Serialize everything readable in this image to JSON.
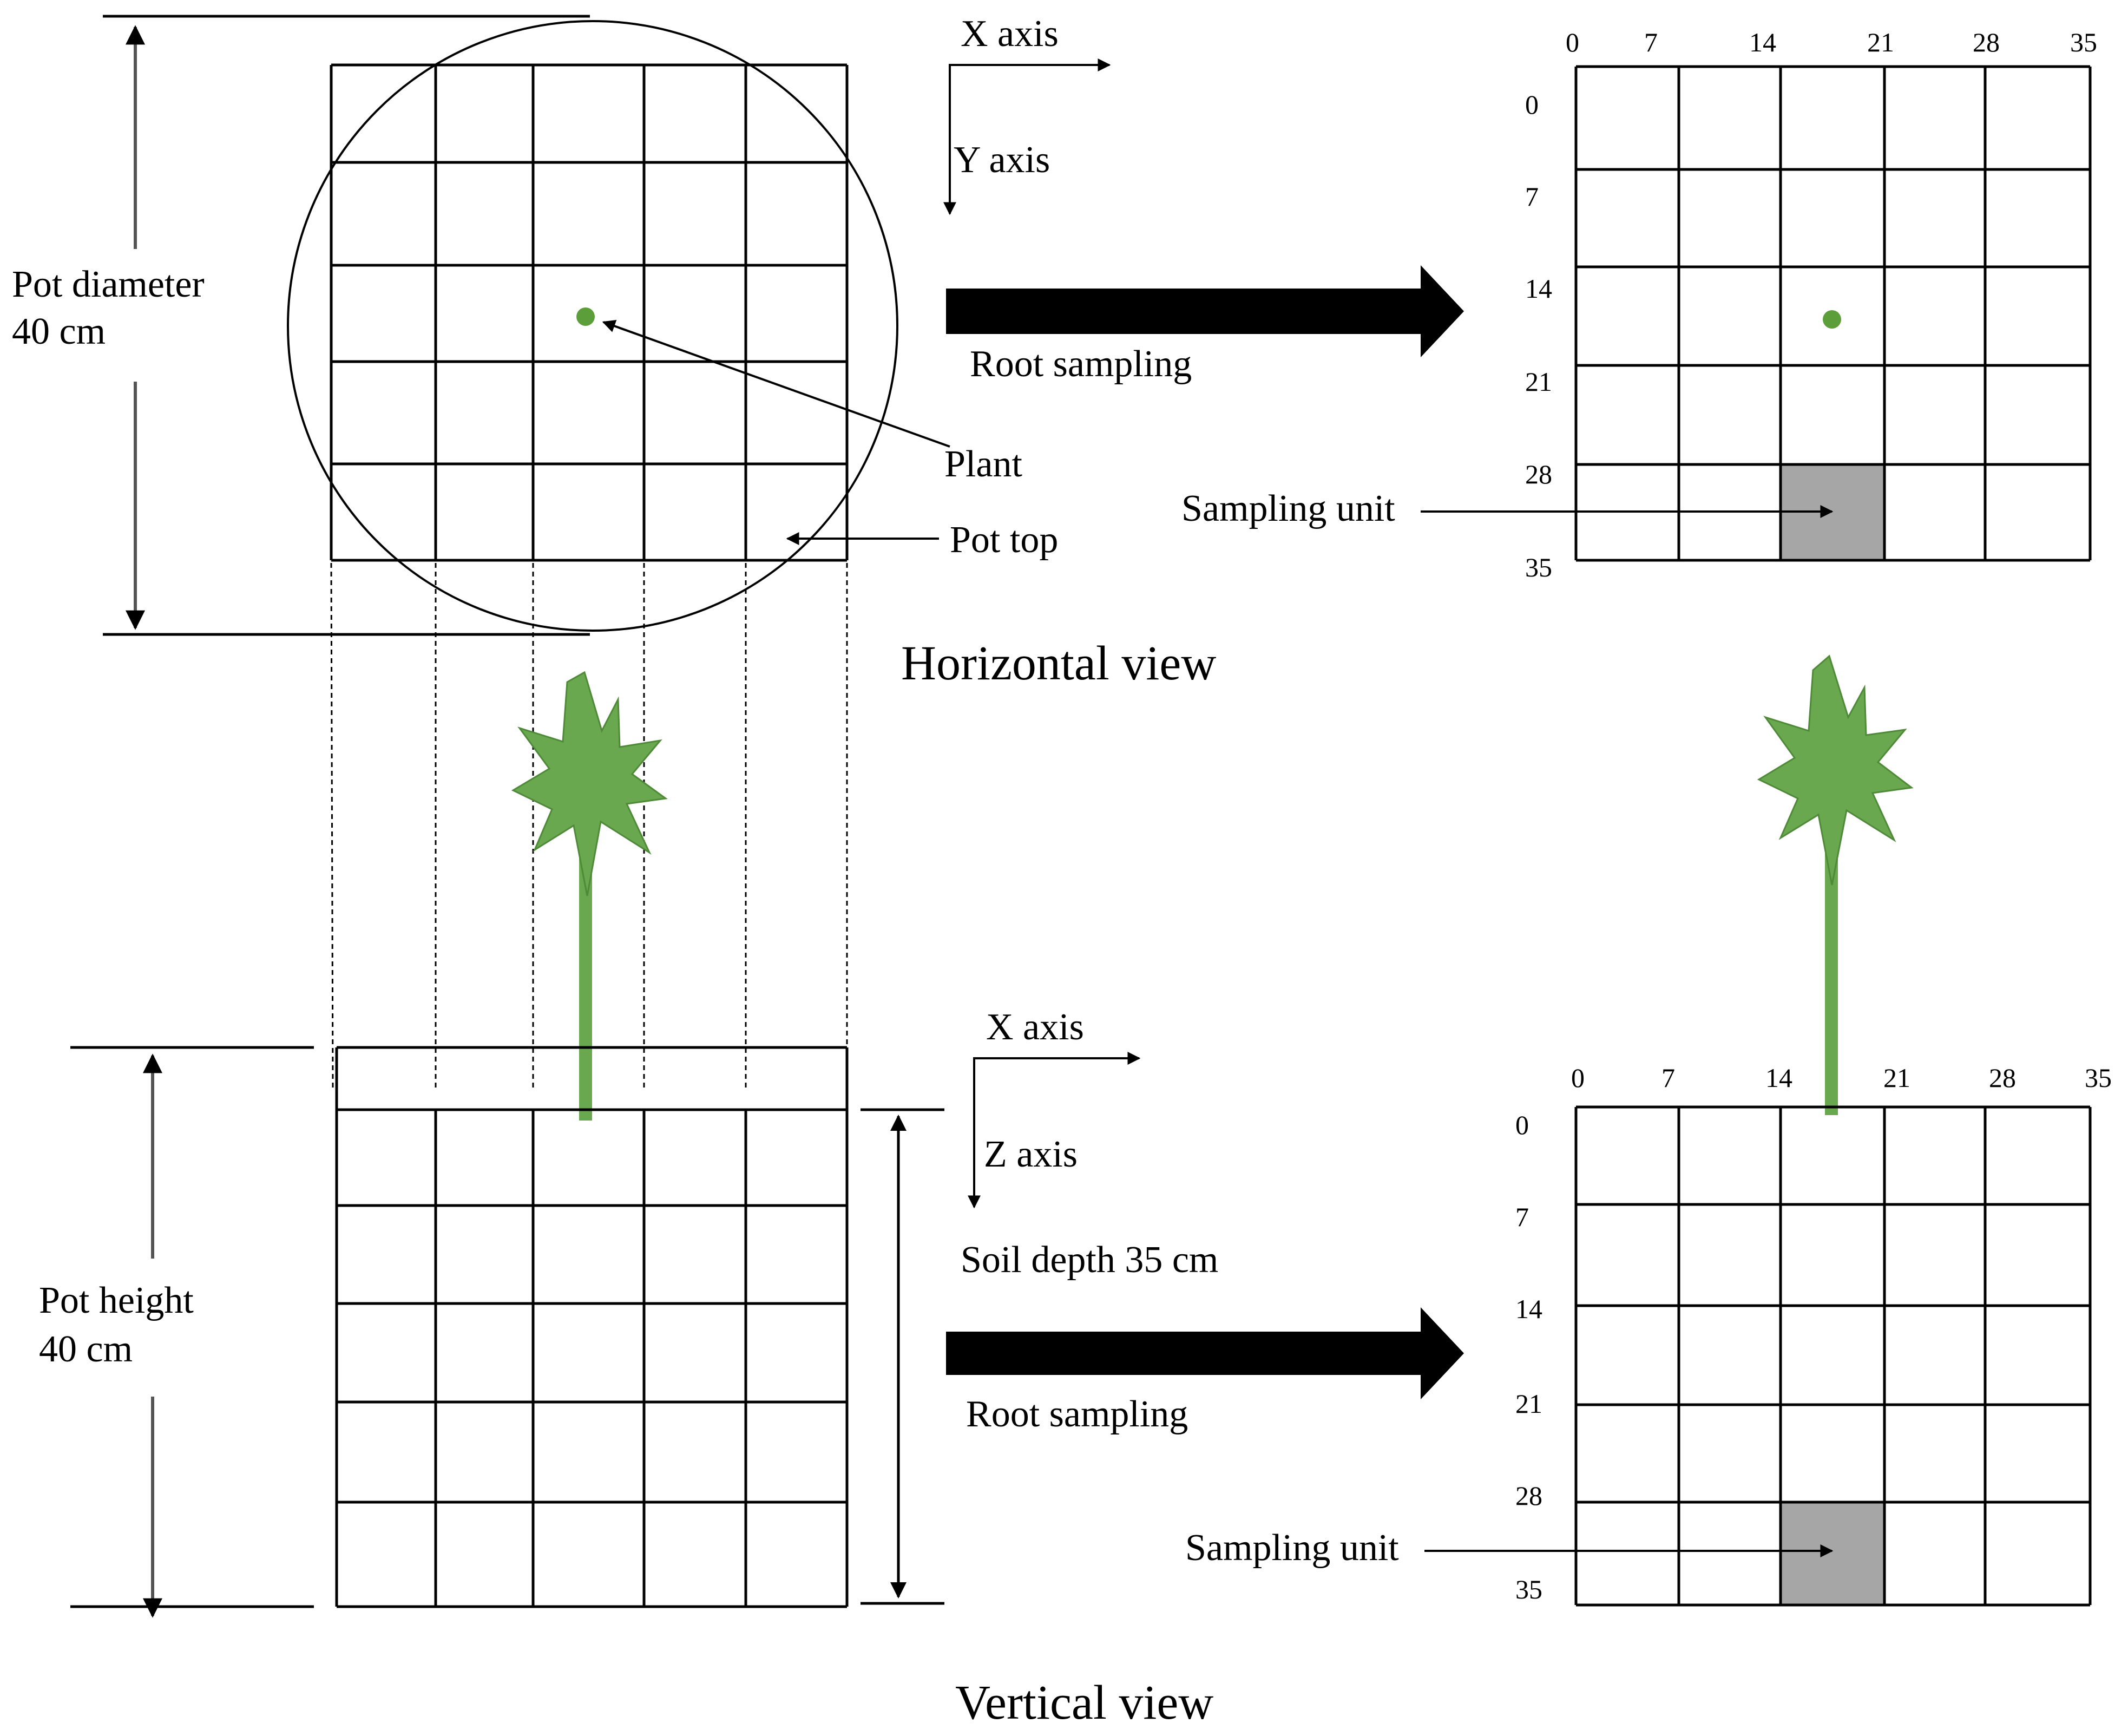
{
  "horizontal": {
    "pot_diameter_label_1": "Pot diameter",
    "pot_diameter_label_2": "40 cm",
    "x_axis_label": "X axis",
    "y_axis_label": "Y axis",
    "root_sampling_label": "Root sampling",
    "plant_label": "Plant",
    "pot_top_label": "Pot top",
    "sampling_unit_label": "Sampling unit",
    "view_title": "Horizontal view",
    "col_ticks": [
      "0",
      "7",
      "14",
      "21",
      "28",
      "35"
    ],
    "row_ticks": [
      "0",
      "7",
      "14",
      "21",
      "28",
      "35"
    ]
  },
  "vertical": {
    "pot_height_label_1": "Pot height",
    "pot_height_label_2": "40 cm",
    "x_axis_label": "X axis",
    "z_axis_label": "Z axis",
    "soil_depth_label": "Soil depth 35 cm",
    "root_sampling_label": "Root sampling",
    "sampling_unit_label": "Sampling unit",
    "view_title": "Vertical view",
    "col_ticks": [
      "0",
      "7",
      "14",
      "21",
      "28",
      "35"
    ],
    "row_ticks": [
      "0",
      "7",
      "14",
      "21",
      "28",
      "35"
    ]
  },
  "colors": {
    "plant_green": "#6aa84f",
    "dot_green": "#5c9e3a",
    "sampling_unit_fill": "#a6a6a6"
  }
}
